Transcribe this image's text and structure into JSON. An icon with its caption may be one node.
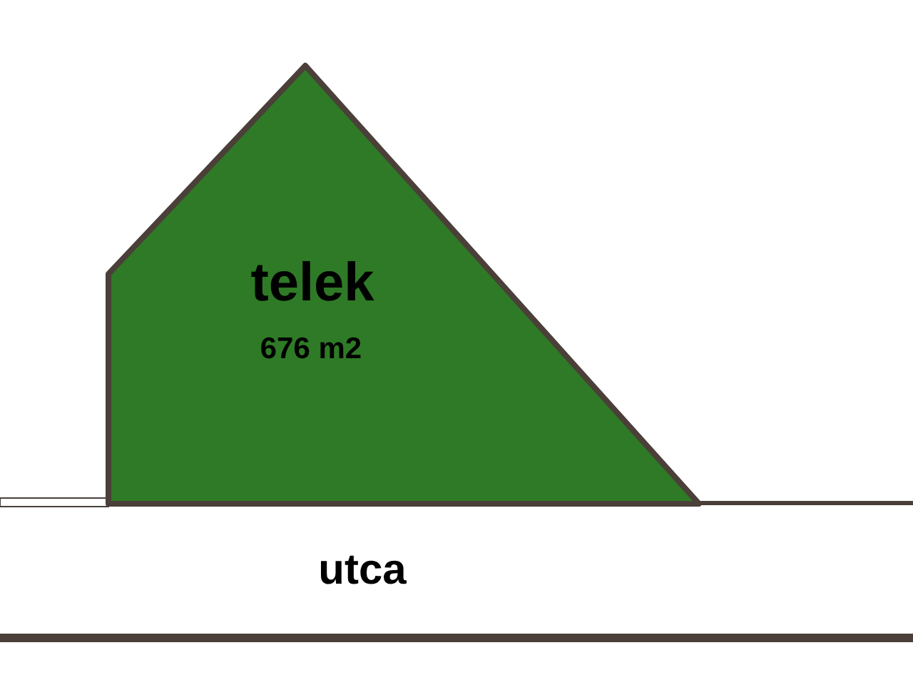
{
  "diagram": {
    "nodes": [
      {
        "text": [
          "telek",
          "676 m2"
        ]
      },
      {
        "text": [
          "utca"
        ]
      }
    ]
  }
}
